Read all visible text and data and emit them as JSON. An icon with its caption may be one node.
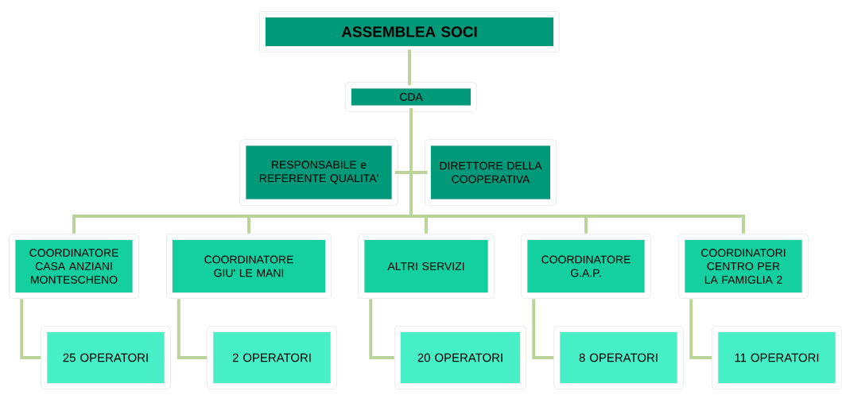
{
  "diagram": {
    "nodes": [
      {
        "text": [
          "ASSEMBLEA SOCI"
        ]
      },
      {
        "text": [
          "CDA"
        ]
      },
      {
        "text": [
          "RESPONSABILE e REFERENTE QUALITA'"
        ]
      },
      {
        "text": [
          "DIRETTORE DELLA COOPERATIVA"
        ]
      },
      {
        "text": [
          "COORDINATORE CASA ANZIANI MONTESCHENO"
        ]
      },
      {
        "text": [
          "COORDINATORE GIU' LE MANI"
        ]
      },
      {
        "text": [
          "ALTRI SERVIZI"
        ]
      },
      {
        "text": [
          "COORDINATORE G.A.P."
        ]
      },
      {
        "text": [
          "COORDINATORI CENTRO PER LA FAMIGLIA 2"
        ]
      },
      {
        "text": [
          "25 OPERATORI"
        ]
      },
      {
        "text": [
          "2 OPERATORI"
        ]
      },
      {
        "text": [
          "20 OPERATORI"
        ]
      },
      {
        "text": [
          "8 OPERATORI"
        ]
      },
      {
        "text": [
          "11 OPERATORI"
        ]
      }
    ],
    "edges": [
      {
        "from": 0,
        "to": 1,
        "arrow": "none"
      },
      {
        "from": 1,
        "to": 2,
        "arrow": "none"
      },
      {
        "from": 1,
        "to": 3,
        "arrow": "none"
      },
      {
        "from": 1,
        "to": 4,
        "arrow": "none"
      },
      {
        "from": 1,
        "to": 5,
        "arrow": "none"
      },
      {
        "from": 1,
        "to": 6,
        "arrow": "none"
      },
      {
        "from": 1,
        "to": 7,
        "arrow": "none"
      },
      {
        "from": 1,
        "to": 8,
        "arrow": "none"
      },
      {
        "from": 4,
        "to": 9,
        "arrow": "none"
      },
      {
        "from": 5,
        "to": 10,
        "arrow": "none"
      },
      {
        "from": 6,
        "to": 11,
        "arrow": "none"
      },
      {
        "from": 7,
        "to": 12,
        "arrow": "none"
      },
      {
        "from": 8,
        "to": 13,
        "arrow": "none"
      }
    ]
  }
}
